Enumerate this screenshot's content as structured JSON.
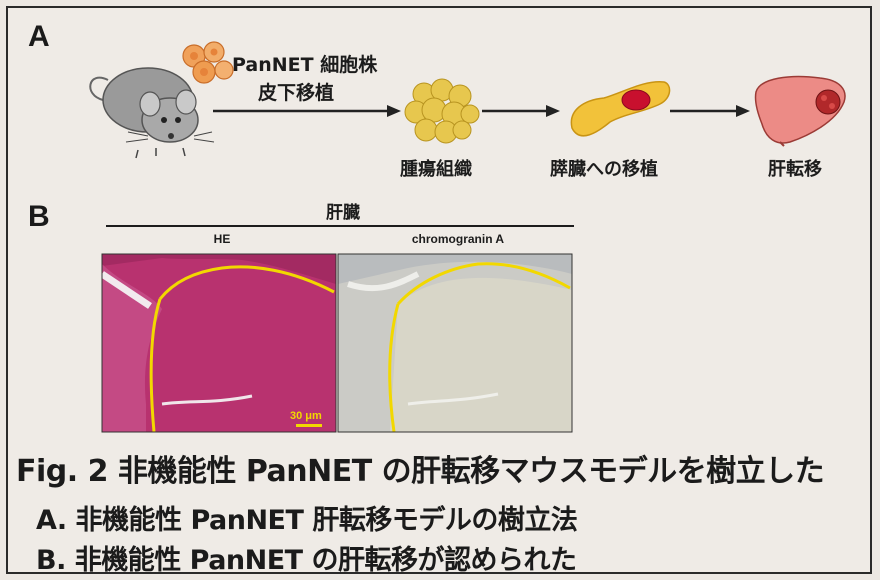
{
  "panel_a": {
    "letter": "A",
    "cell_line_label": "PanNET 細胞株",
    "transplant_label": "皮下移植",
    "step_tumor": "腫瘍組織",
    "step_pancreas": "膵臓への移植",
    "step_metastasis": "肝転移"
  },
  "panel_b": {
    "letter": "B",
    "organ_label": "肝臓",
    "stain_he": "HE",
    "stain_cga": "chromogranin A",
    "scale_bar": "30 μm"
  },
  "caption": {
    "title": "Fig. 2 非機能性 PanNET の肝転移マウスモデルを樹立した",
    "line_a": "A. 非機能性 PanNET 肝転移モデルの樹立法",
    "line_b": "B. 非機能性 PanNET の肝転移が認められた"
  },
  "colors": {
    "background": "#efebe6",
    "tumor_outline": "#f2d800",
    "he_stain": "#b8326f",
    "scale_text": "#f2d800"
  }
}
